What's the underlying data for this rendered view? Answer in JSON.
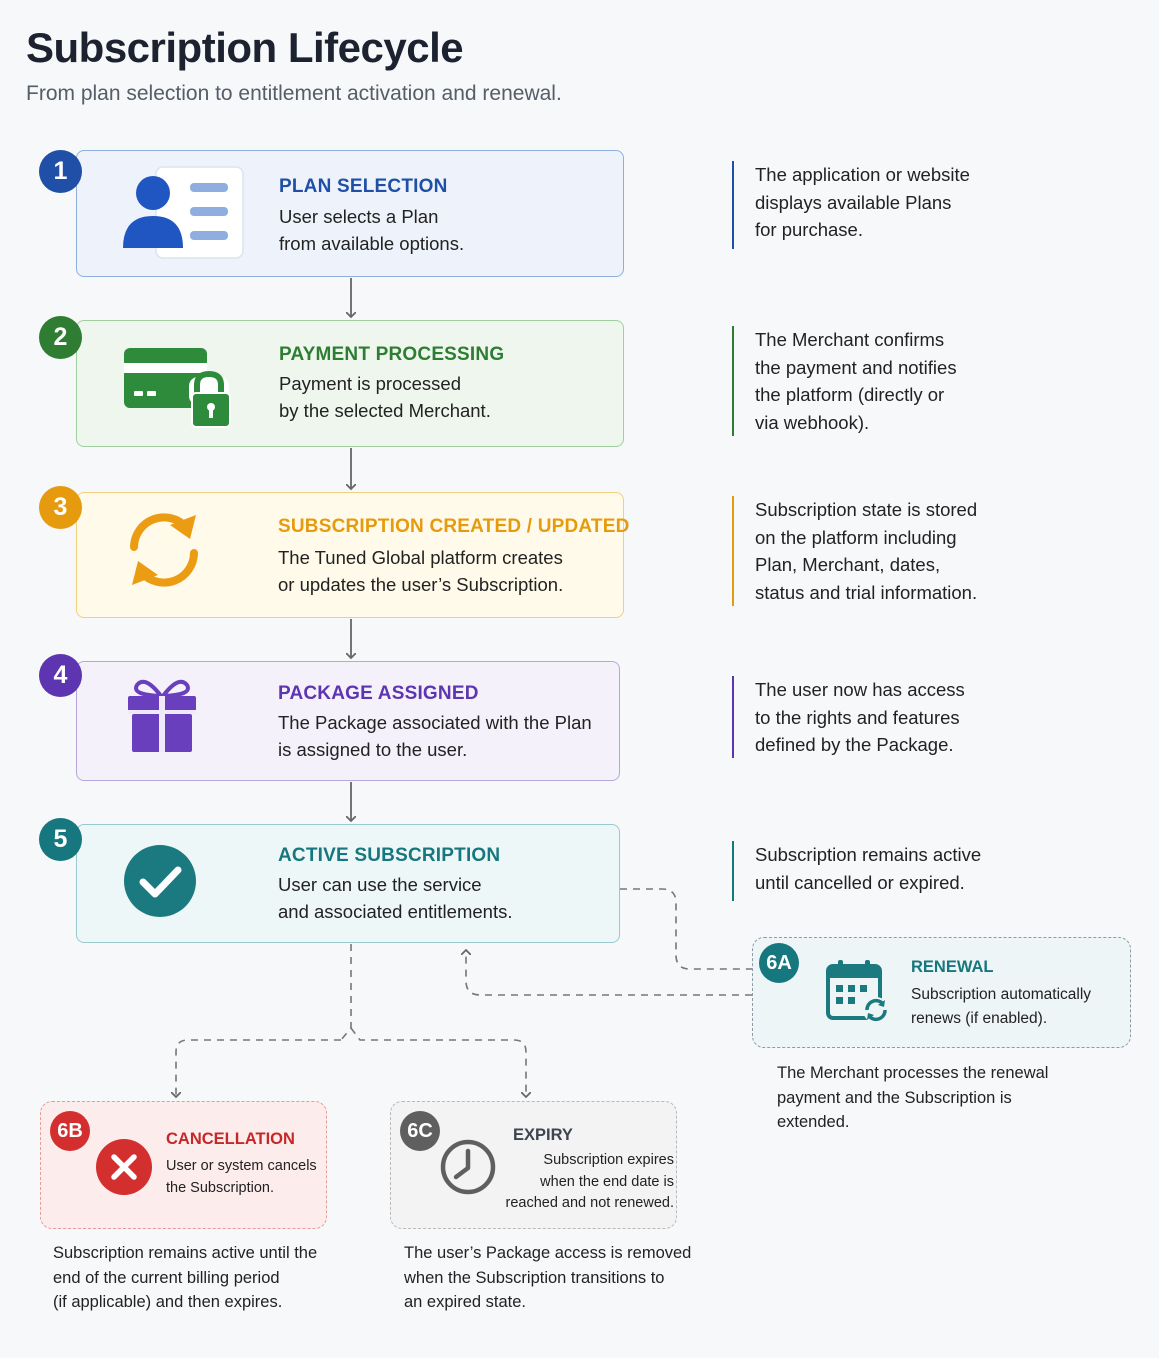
{
  "header": {
    "title": "Subscription Lifecycle",
    "subtitle": "From plan selection to entitlement activation and renewal."
  },
  "colors": {
    "step1": "#1f4fa6",
    "step2": "#2e7d32",
    "step3": "#e69b0e",
    "step4": "#5e35b1",
    "step5": "#17777e",
    "cancel": "#d32f2f",
    "expiry": "#5f5f5f"
  },
  "steps": [
    {
      "number": "1",
      "title": "PLAN SELECTION",
      "body": "User selects a Plan\nfrom available options.",
      "icon": "user-plan-card-icon",
      "note": "The application or website\ndisplays available Plans\nfor purchase."
    },
    {
      "number": "2",
      "title": "PAYMENT PROCESSING",
      "body": "Payment is processed\nby the selected Merchant.",
      "icon": "credit-card-lock-icon",
      "note": "The Merchant confirms\nthe payment and notifies\nthe platform (directly or\nvia webhook)."
    },
    {
      "number": "3",
      "title": "SUBSCRIPTION CREATED / UPDATED",
      "body": "The Tuned Global platform creates\nor updates the user’s Subscription.",
      "icon": "refresh-icon",
      "note": "Subscription state is stored\non the platform including\nPlan, Merchant, dates,\nstatus and trial information."
    },
    {
      "number": "4",
      "title": "PACKAGE ASSIGNED",
      "body": "The Package associated with the Plan\nis assigned to the user.",
      "icon": "gift-icon",
      "note": "The user now has access\nto the rights and features\ndefined by the Package."
    },
    {
      "number": "5",
      "title": "ACTIVE SUBSCRIPTION",
      "body": "User can use the service\nand associated entitlements.",
      "icon": "check-circle-icon",
      "note": "Subscription remains active\nuntil cancelled or expired."
    }
  ],
  "outcomes": {
    "renewal": {
      "number": "6A",
      "title": "RENEWAL",
      "body": "Subscription automatically\nrenews (if enabled).",
      "icon": "calendar-refresh-icon",
      "note": "The Merchant processes the renewal\npayment and the Subscription is\nextended."
    },
    "cancellation": {
      "number": "6B",
      "title": "CANCELLATION",
      "body": "User or system cancels\nthe Subscription.",
      "icon": "x-circle-icon",
      "note": "Subscription remains active until the\nend of the current billing period\n(if applicable) and then expires."
    },
    "expiry": {
      "number": "6C",
      "title": "EXPIRY",
      "body": "Subscription expires\nwhen the end date is\nreached and not renewed.",
      "icon": "clock-icon",
      "note": "The user’s Package access is removed\nwhen the Subscription transitions to\nan expired state."
    }
  }
}
